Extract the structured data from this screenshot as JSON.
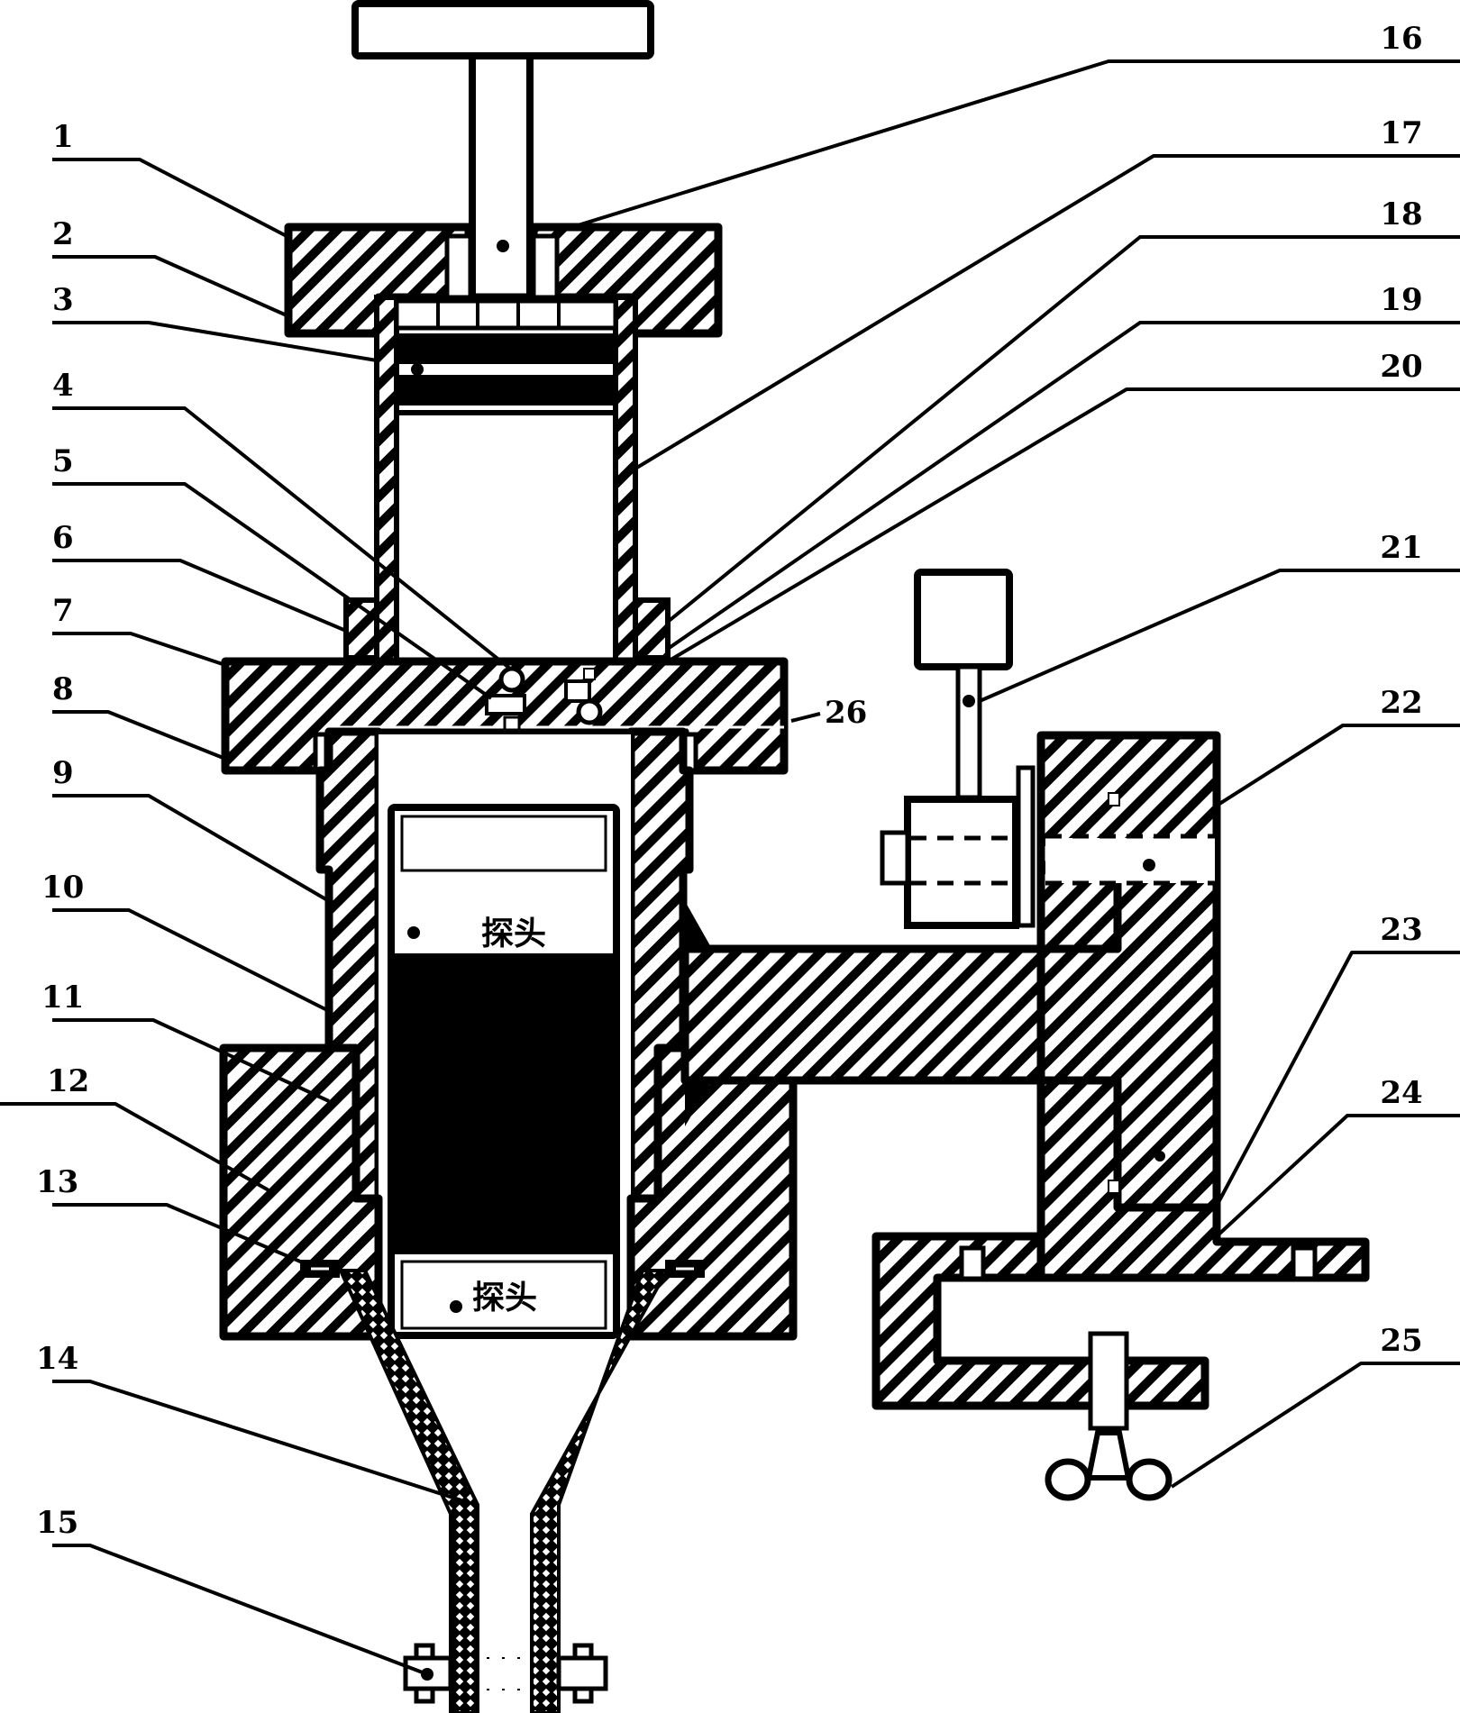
{
  "figure": {
    "type": "mechanical cross-section diagram",
    "colors": {
      "ink": "#000000",
      "paper": "#ffffff"
    }
  },
  "probe_labels": {
    "top": "探头",
    "bottom": "探头"
  },
  "callouts_left": [
    {
      "id": "1",
      "text": "1"
    },
    {
      "id": "2",
      "text": "2"
    },
    {
      "id": "3",
      "text": "3"
    },
    {
      "id": "4",
      "text": "4"
    },
    {
      "id": "5",
      "text": "5"
    },
    {
      "id": "6",
      "text": "6"
    },
    {
      "id": "7",
      "text": "7"
    },
    {
      "id": "8",
      "text": "8"
    },
    {
      "id": "9",
      "text": "9"
    },
    {
      "id": "10",
      "text": "10"
    },
    {
      "id": "11",
      "text": "11"
    },
    {
      "id": "12",
      "text": "12"
    },
    {
      "id": "13",
      "text": "13"
    },
    {
      "id": "14",
      "text": "14"
    },
    {
      "id": "15",
      "text": "15"
    }
  ],
  "callouts_right": [
    {
      "id": "16",
      "text": "16"
    },
    {
      "id": "17",
      "text": "17"
    },
    {
      "id": "18",
      "text": "18"
    },
    {
      "id": "19",
      "text": "19"
    },
    {
      "id": "20",
      "text": "20"
    },
    {
      "id": "21",
      "text": "21"
    },
    {
      "id": "22",
      "text": "22"
    },
    {
      "id": "23",
      "text": "23"
    },
    {
      "id": "24",
      "text": "24"
    },
    {
      "id": "25",
      "text": "25"
    }
  ],
  "callout_inline": {
    "id": "26",
    "text": "26"
  }
}
